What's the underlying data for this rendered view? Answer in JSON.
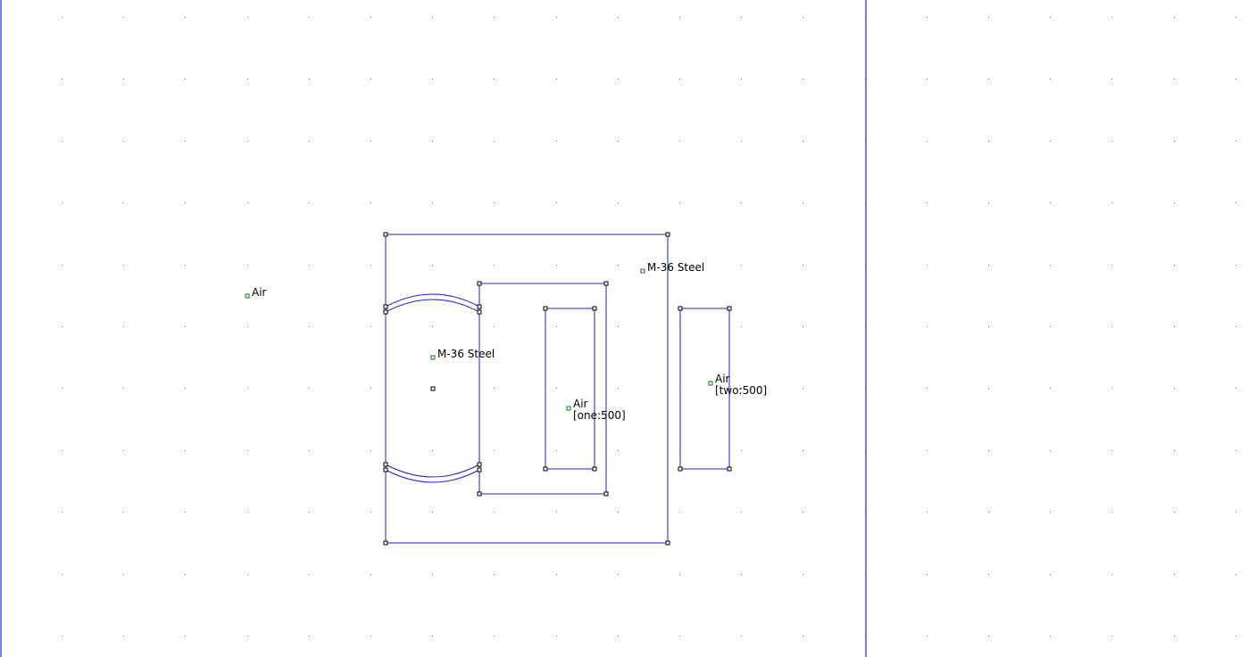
{
  "block_labels": {
    "air_outer": {
      "material": "Air",
      "circuit": ""
    },
    "steel_top_right": {
      "material": "M-36 Steel",
      "circuit": ""
    },
    "steel_left": {
      "material": "M-36 Steel",
      "circuit": ""
    },
    "air_coil_one": {
      "material": "Air",
      "circuit": "[one:500]"
    },
    "air_coil_two": {
      "material": "Air",
      "circuit": "[two:500]"
    }
  },
  "colors": {
    "geometry": "#2020c0",
    "boundary": "#0000cc",
    "grid_dot": "#666666",
    "node": "#000000",
    "label_marker": "#008000"
  }
}
